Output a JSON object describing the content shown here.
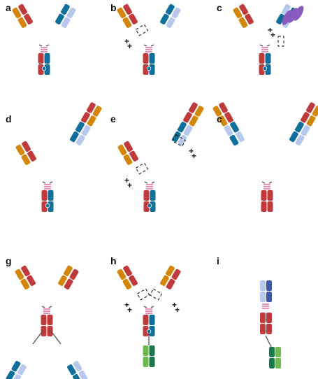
{
  "colors": {
    "heavy_constant": "#c0393b",
    "heavy_variable": "#d4860b",
    "light_dark": "#0f6e9a",
    "light_pale": "#b7c8ee",
    "hinge": "#e0609a",
    "purple": "#8a5bbf",
    "green_dark": "#1b7a4c",
    "green_light": "#6fba4f",
    "navy": "#3c56a8",
    "charge": "#111111"
  },
  "panels": [
    {
      "label": "a",
      "icon": "y-antibody-icon"
    },
    {
      "label": "b",
      "icon": "charged-antibody-icon"
    },
    {
      "label": "c",
      "icon": "antibody-fusion-icon"
    },
    {
      "label": "d",
      "icon": "extended-fab-antibody-icon"
    },
    {
      "label": "e",
      "icon": "charged-extended-antibody-icon"
    },
    {
      "label": "c",
      "icon": "tetravalent-antibody-icon"
    },
    {
      "label": "g",
      "icon": "fc-fusion-antibody-icon"
    },
    {
      "label": "h",
      "icon": "charged-fc-fusion-icon"
    },
    {
      "label": "i",
      "icon": "linear-fusion-icon"
    }
  ]
}
